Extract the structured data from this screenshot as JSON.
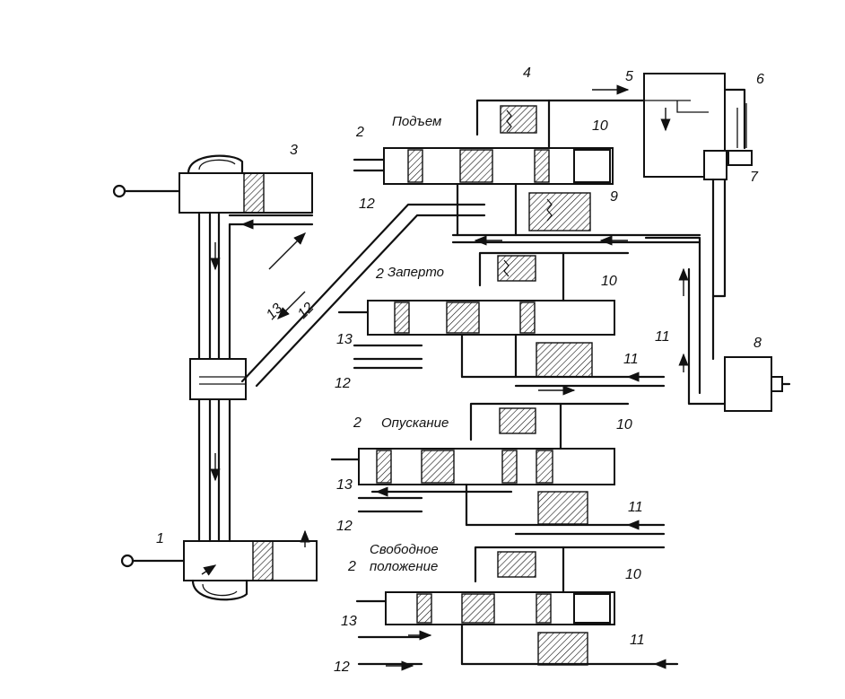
{
  "labels": {
    "state_lift": "Подъем",
    "state_locked": "Заперто",
    "state_lowering": "Опускание",
    "state_free_1": "Свободное",
    "state_free_2": "положение"
  },
  "numbers": {
    "n1": "1",
    "n2": "2",
    "n3": "3",
    "n4": "4",
    "n5": "5",
    "n6": "6",
    "n7": "7",
    "n8": "8",
    "n9": "9",
    "n10": "10",
    "n11": "11",
    "n12": "12",
    "n13": "13"
  }
}
